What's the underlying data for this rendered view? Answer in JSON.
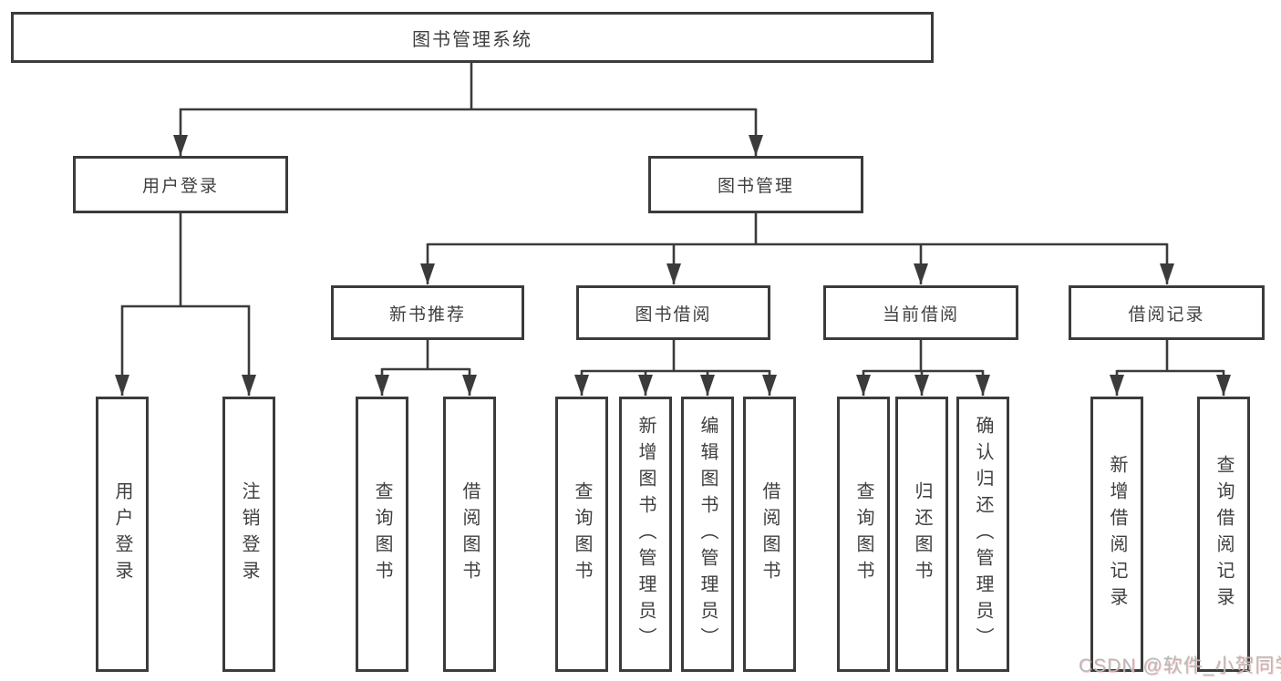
{
  "diagram": {
    "root": {
      "label": "图书管理系统"
    },
    "level2": {
      "user_login": {
        "label": "用户登录"
      },
      "book_management": {
        "label": "图书管理"
      }
    },
    "level3": {
      "new_book_recommend": {
        "label": "新书推荐"
      },
      "book_borrow": {
        "label": "图书借阅"
      },
      "current_borrow": {
        "label": "当前借阅"
      },
      "borrow_records": {
        "label": "借阅记录"
      }
    },
    "leaves": {
      "user_login_leaf": {
        "label": "用户登录"
      },
      "logout": {
        "label": "注销登录"
      },
      "query_book_1": {
        "label": "查询图书"
      },
      "borrow_book_1": {
        "label": "借阅图书"
      },
      "query_book_2": {
        "label": "查询图书"
      },
      "add_book_admin": {
        "label": "新增图书（管理员）"
      },
      "edit_book_admin": {
        "label": "编辑图书（管理员）"
      },
      "borrow_book_2": {
        "label": "借阅图书"
      },
      "query_book_3": {
        "label": "查询图书"
      },
      "return_book": {
        "label": "归还图书"
      },
      "confirm_return_admin": {
        "label": "确认归还（管理员）"
      },
      "add_borrow_record": {
        "label": "新增借阅记录"
      },
      "query_borrow_record": {
        "label": "查询借阅记录"
      }
    }
  },
  "watermark": {
    "text": "CSDN @软件_小贺同学"
  },
  "colors": {
    "line": "#3b3b3b",
    "text": "#3f3f3f",
    "background": "#ffffff",
    "watermark": "#b9b9b9"
  }
}
